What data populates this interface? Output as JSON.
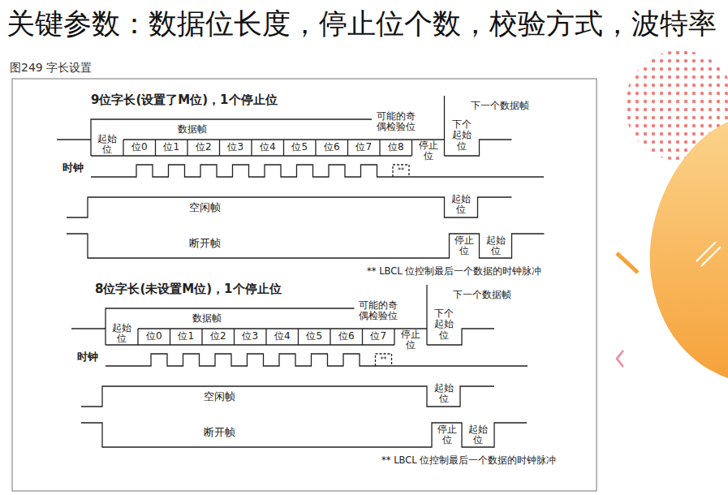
{
  "diagram": {
    "title": "关键参数：数据位长度，停止位个数，校验方式，波特率",
    "caption": "图249 字长设置",
    "labels": [
      "9位字长(设置了M位)，1个停止位",
      "可能的奇偶检验位",
      "下一个数据帧",
      "起始位",
      "数据帧",
      "位0",
      "位1",
      "位2",
      "位3",
      "位4",
      "位5",
      "位6",
      "位7",
      "位8",
      "停止位",
      "下个起始位",
      "时钟",
      "空闲帧",
      "起始位",
      "断开帧",
      "停止位",
      "起始位",
      "** LBCL 位控制最后一个数据的时钟脉冲",
      "**",
      "8位字长(未设置M位)，1个停止位",
      "可能的奇偶检验位",
      "下一个数据帧",
      "起始位",
      "数据帧",
      "位0",
      "位1",
      "位2",
      "位3",
      "位4",
      "位5",
      "位6",
      "位7",
      "停止位",
      "下个起始位",
      "时钟",
      "空闲帧",
      "起始位",
      "断开帧",
      "停止位",
      "起始位",
      "** LBCL 位控制最后一个数据的时钟脉冲",
      "**"
    ]
  }
}
